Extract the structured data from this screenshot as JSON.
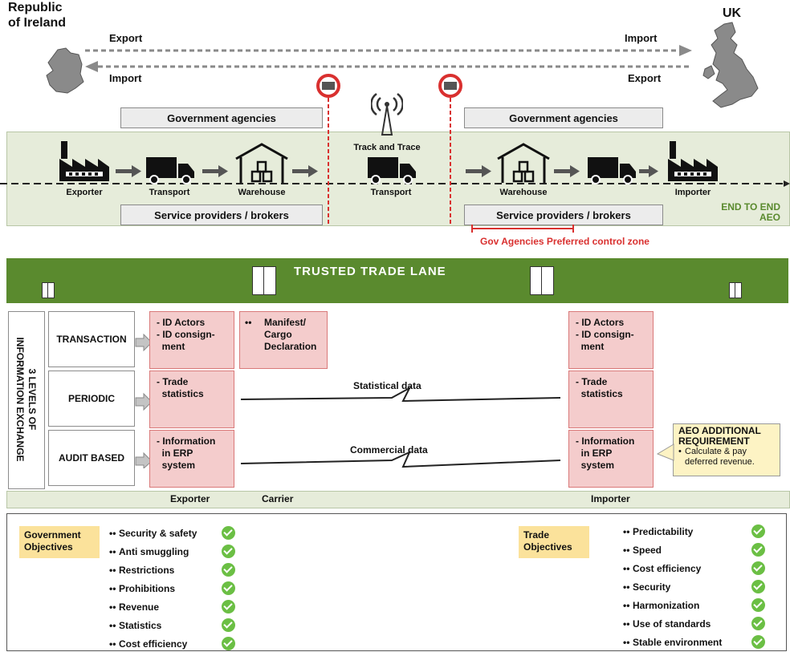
{
  "top": {
    "left_country": "Republic\nof Ireland",
    "right_country": "UK",
    "export_left": "Export",
    "import_left": "Import",
    "import_right": "Import",
    "export_right": "Export"
  },
  "supply_chain": {
    "gov_agencies": "Government agencies",
    "service_providers": "Service providers / brokers",
    "track_and_trace": "Track and Trace",
    "nodes": [
      "Exporter",
      "Transport",
      "Warehouse",
      "Transport",
      "Warehouse",
      "Importer"
    ],
    "end_to_end": "END TO END\nAEO",
    "preferred_zone": "Gov Agencies Preferred control zone"
  },
  "trusted_lane": {
    "title": "TRUSTED TRADE LANE"
  },
  "levels": {
    "side_label": "3 LEVELS OF\nINFORMATION EXCHANGE",
    "rows": [
      {
        "name": "TRANSACTION",
        "exporter": "- ID Actors\n- ID consign-\n  ment",
        "carrier": "Manifest/\nCargo\nDeclaration",
        "importer": "- ID Actors\n- ID consign-\n  ment"
      },
      {
        "name": "PERIODIC",
        "exporter": "- Trade\n  statistics",
        "link": "Statistical data",
        "importer": "- Trade\n  statistics"
      },
      {
        "name": "AUDIT BASED",
        "exporter": "- Information\n  in ERP\n  system",
        "link": "Commercial data",
        "importer": "- Information\n  in ERP\n  system"
      }
    ],
    "aeo_title": "AEO ADDITIONAL\nREQUIREMENT",
    "aeo_text": "Calculate & pay\ndeferred revenue.",
    "footer": [
      "Exporter",
      "Carrier",
      "Importer"
    ]
  },
  "objectives": {
    "gov_label": "Government\nObjectives",
    "gov_items": [
      "Security & safety",
      "Anti smuggling",
      "Restrictions",
      "Prohibitions",
      "Revenue",
      "Statistics",
      "Cost efficiency"
    ],
    "trade_label": "Trade\nObjectives",
    "trade_items": [
      "Predictability",
      "Speed",
      "Cost efficiency",
      "Security",
      "Harmonization",
      "Use of standards",
      "Stable environment"
    ]
  },
  "colors": {
    "green": "#5a8a2e",
    "red": "#d9302f",
    "pink": "#f4cccc",
    "check": "#6bbf44"
  }
}
